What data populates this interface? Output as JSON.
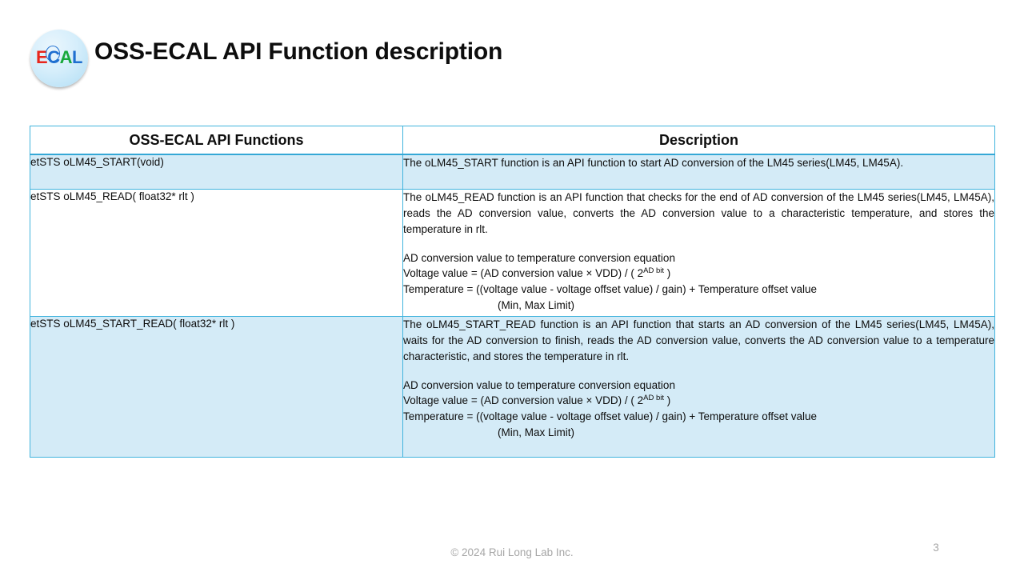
{
  "slide": {
    "title": "OSS-ECAL API Function description",
    "page_number": "3",
    "copyright": "© 2024 Rui Long Lab Inc.",
    "logo": {
      "letters": [
        "E",
        "C",
        "A",
        "L"
      ],
      "colors": {
        "E": "#e8261c",
        "C": "#1f6fd0",
        "A": "#19a93c",
        "L": "#1f6fd0",
        "badge_background": "#d6eefb"
      }
    },
    "accent_colors": {
      "table_border": "#41b3dd",
      "row_shade": "#d4ebf7",
      "title_text": "#0d0d0d",
      "footer_text": "#a6a6a6"
    }
  },
  "table": {
    "columns": [
      "OSS-ECAL API Functions",
      "Description"
    ],
    "rows": [
      {
        "function": "etSTS oLM45_START(void)",
        "description_paragraphs": [
          "The oLM45_START function is an API function to start AD conversion of the LM45 series(LM45, LM45A)."
        ],
        "equations": [],
        "shaded": true
      },
      {
        "function": "etSTS oLM45_READ( float32* rlt )",
        "description_paragraphs": [
          "The oLM45_READ function is an API function that checks for the end of AD conversion of the LM45 series(LM45, LM45A), reads the AD conversion value, converts the AD conversion value to a characteristic temperature, and stores the temperature in rlt."
        ],
        "equations": [
          "AD conversion value to temperature conversion equation",
          "Voltage value = (AD conversion value × VDD) / ( 2^AD bit )",
          "Temperature = ((voltage value - voltage offset value) / gain) + Temperature offset value",
          "(Min, Max Limit)"
        ],
        "shaded": false
      },
      {
        "function": "etSTS oLM45_START_READ( float32* rlt )",
        "description_paragraphs": [
          "The oLM45_START_READ function is an API function that starts an AD conversion of the LM45 series(LM45, LM45A), waits for the AD conversion to finish, reads the AD conversion value, converts the AD conversion value to a temperature characteristic, and stores the temperature in rlt."
        ],
        "equations": [
          "AD conversion value to temperature conversion equation",
          "Voltage value = (AD conversion value × VDD) / ( 2^AD bit )",
          "Temperature = ((voltage value - voltage offset value) / gain) + Temperature offset value",
          "(Min, Max Limit)"
        ],
        "shaded": true
      }
    ],
    "equation_fragments": {
      "eq_heading": "AD conversion value to temperature conversion equation",
      "voltage_prefix": "Voltage value = (AD conversion value × VDD) / ( 2",
      "voltage_superscript": "AD bit",
      "voltage_suffix": " )",
      "temperature_line": "Temperature = ((voltage value - voltage offset value) / gain) + Temperature offset value",
      "limit_line": "(Min, Max Limit)"
    }
  }
}
